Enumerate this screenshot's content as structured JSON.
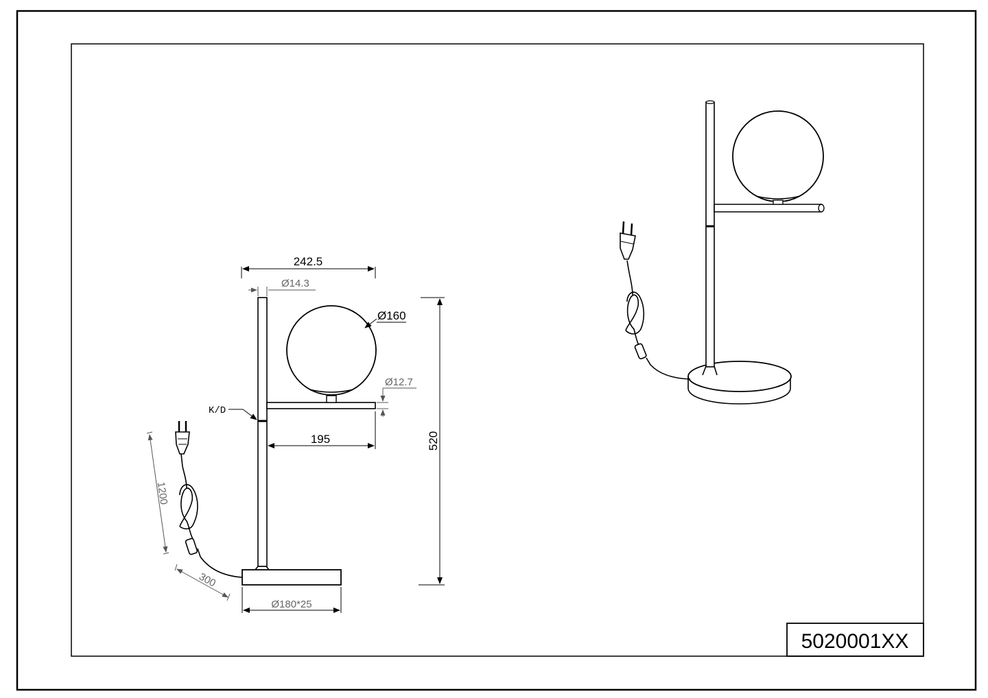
{
  "drawing": {
    "part_number": "5020001XX",
    "label_kd": "K/D"
  },
  "dimensions": {
    "overall_width": "242.5",
    "rod_diameter": "Ø14.3",
    "globe_diameter": "Ø160",
    "arm_diameter": "Ø12.7",
    "arm_length": "195",
    "height": "520",
    "cable_length": "1200",
    "switch_distance": "300",
    "base": "Ø180*25"
  }
}
